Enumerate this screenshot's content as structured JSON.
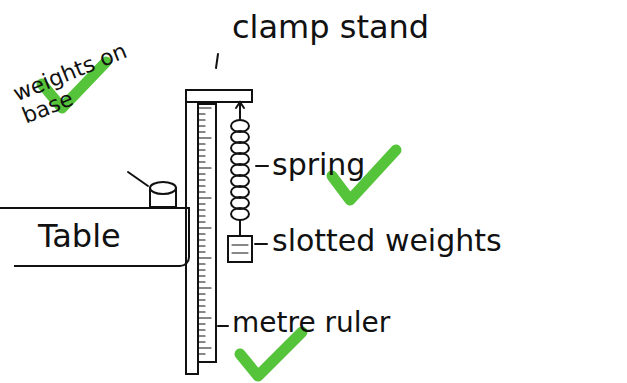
{
  "diagram": {
    "nodes": [
      {
        "text": [
          "Table"
        ]
      }
    ],
    "labels": [
      "clamp stand",
      "weights on base",
      "spring",
      "slotted weights",
      "metre ruler"
    ]
  }
}
